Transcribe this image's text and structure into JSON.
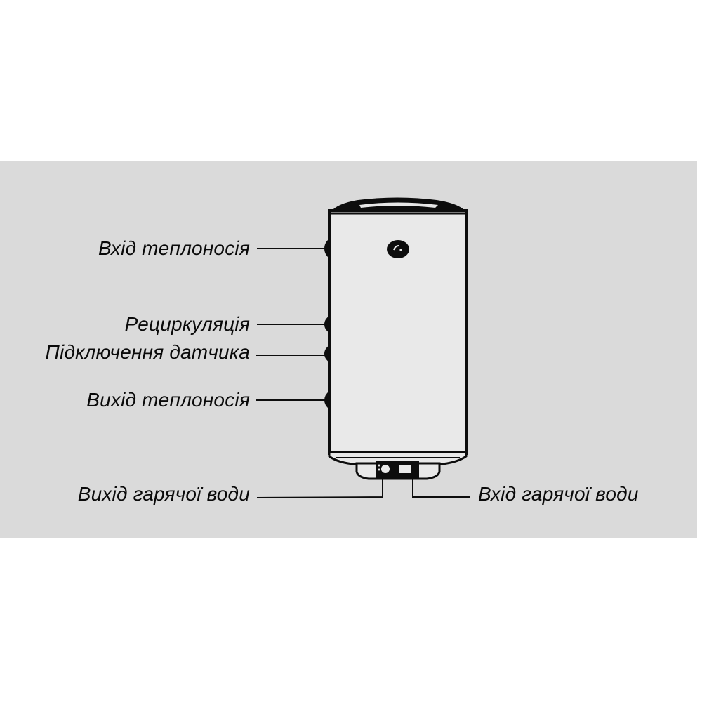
{
  "diagram": {
    "title": "",
    "background_color": "#dadada",
    "line_color": "#0a0a0a",
    "tank_fill": "#e8e8e8",
    "labels": {
      "heat_carrier_inlet": "Вхід теплоносія",
      "recirculation": "Рециркуляція",
      "sensor_connection": "Підключення датчика",
      "heat_carrier_outlet": "Вихід теплоносія",
      "hot_water_outlet": "Вихід гарячої води",
      "hot_water_inlet": "Вхід гарячої води"
    },
    "components": {
      "tank": "water-heater-tank",
      "thermostat_knob": "thermostat-knob",
      "bottom_bracket": "bottom-connection-block"
    }
  }
}
